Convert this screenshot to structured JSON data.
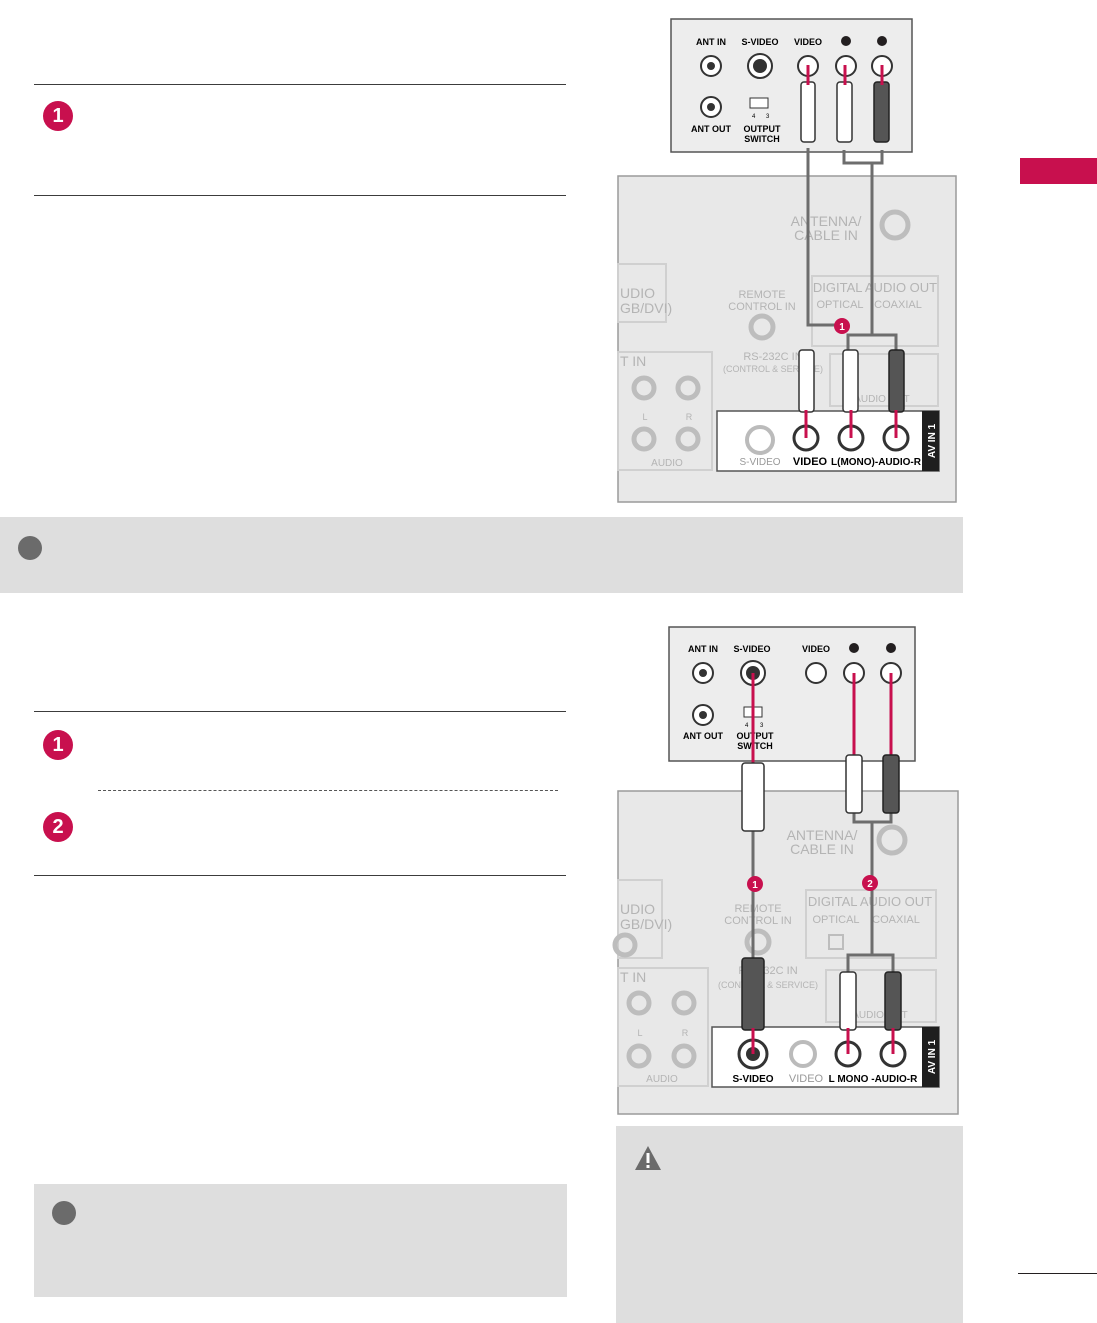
{
  "section_tab": {
    "color": "#c8104e"
  },
  "colors": {
    "accent": "#c8104e",
    "note_bg": "#dedede",
    "panel_bg": "#e8e8e8"
  },
  "diagram1": {
    "vcr_labels": {
      "ant_in": "ANT IN",
      "s_video": "S-VIDEO",
      "video": "VIDEO",
      "ant_out": "ANT OUT",
      "output_switch_1": "OUTPUT",
      "output_switch_2": "SWITCH",
      "switch_ch_a": "4",
      "switch_ch_b": "3"
    },
    "tv_labels": {
      "antenna_1": "ANTENNA/",
      "antenna_2": "CABLE IN",
      "audio_1": "UDIO",
      "audio_2": "GB/DVI)",
      "remote_1": "REMOTE",
      "remote_2": "CONTROL IN",
      "digital_audio_out": "DIGITAL AUDIO OUT",
      "optical": "OPTICAL",
      "coaxial": "COAXIAL",
      "rs232_1": "RS-232C IN",
      "rs232_2": "(CONTROL & SERVICE)",
      "t_in": "T IN",
      "audio": "AUDIO",
      "l": "L",
      "r": "R",
      "s_video": "S-VIDEO",
      "video": "VIDEO",
      "l_mono": "L(MONO)-AUDIO-R",
      "av_in": "AV IN 1",
      "audio_out": "AUDIO OUT"
    },
    "markers": [
      "1"
    ]
  },
  "diagram2": {
    "vcr_labels": {
      "ant_in": "ANT IN",
      "s_video": "S-VIDEO",
      "video": "VIDEO",
      "ant_out": "ANT OUT",
      "output_switch_1": "OUTPUT",
      "output_switch_2": "SWITCH",
      "switch_ch_a": "4",
      "switch_ch_b": "3"
    },
    "tv_labels": {
      "antenna_1": "ANTENNA/",
      "antenna_2": "CABLE IN",
      "audio_1": "UDIO",
      "audio_2": "GB/DVI)",
      "remote_1": "REMOTE",
      "remote_2": "CONTROL IN",
      "digital_audio_out": "DIGITAL AUDIO OUT",
      "optical": "OPTICAL",
      "coaxial": "COAXIAL",
      "rs232_1": "RS-232C IN",
      "rs232_2": "(CONTROL & SERVICE)",
      "t_in": "T IN",
      "audio": "AUDIO",
      "l": "L",
      "r": "R",
      "s_video": "S-VIDEO",
      "video": "VIDEO",
      "l_mono": "L MONO -AUDIO-R",
      "av_in": "AV IN 1",
      "audio_out": "AUDIO OUT"
    },
    "markers": [
      "1",
      "2"
    ]
  },
  "steps_top": [
    {
      "number": "1"
    }
  ],
  "steps_bottom": [
    {
      "number": "1"
    },
    {
      "number": "2"
    }
  ]
}
